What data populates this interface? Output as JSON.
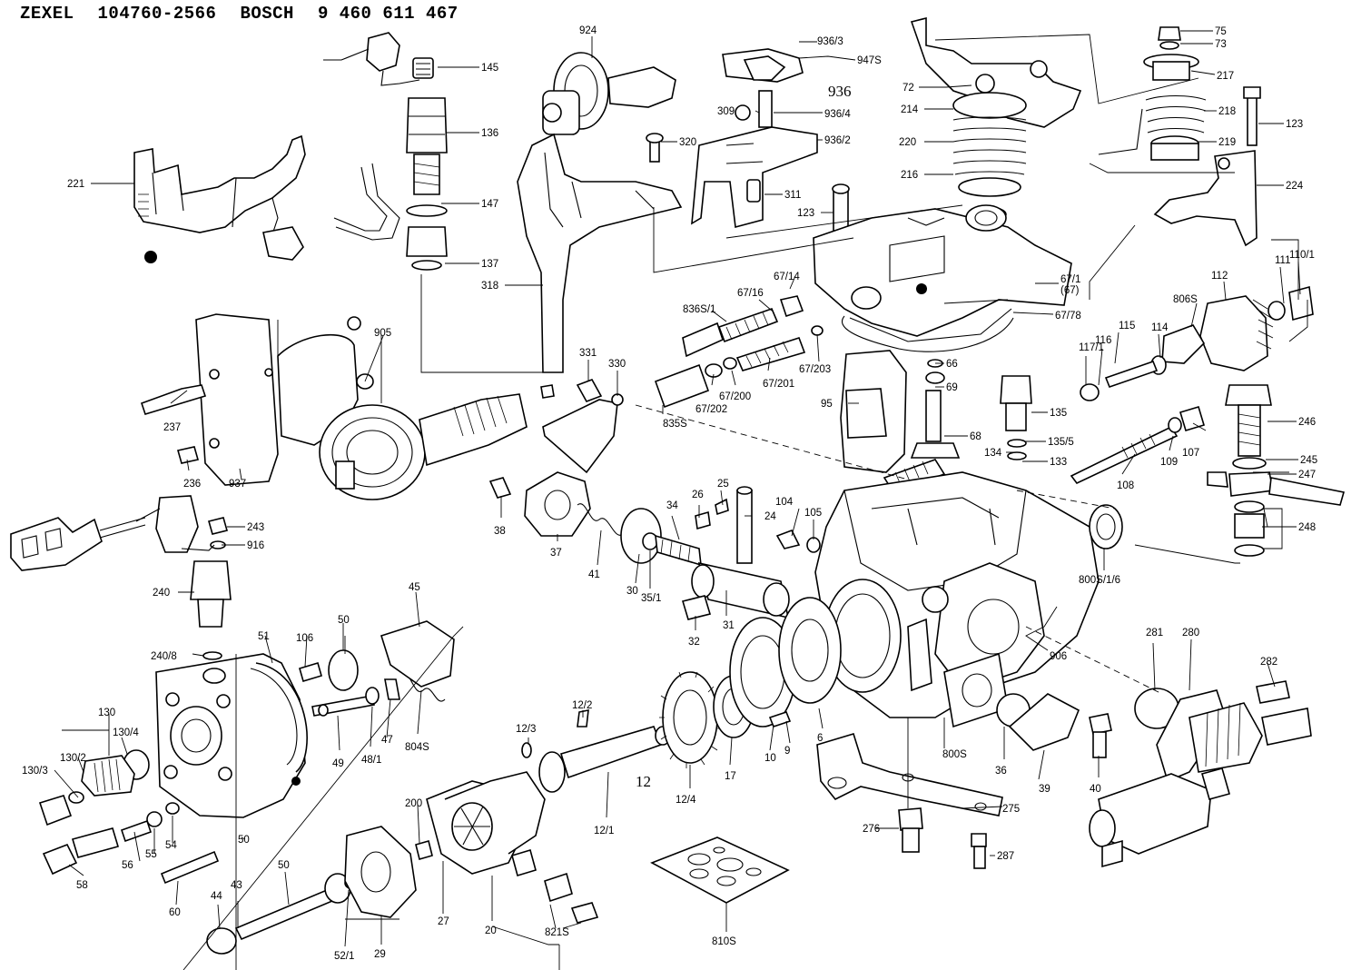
{
  "header": {
    "brand1": "ZEXEL",
    "part1": "104760-2566",
    "brand2": "BOSCH",
    "part2": "9 460 611 467"
  },
  "callouts": [
    "924",
    "936/3",
    "947S",
    "75",
    "73",
    "145",
    "936",
    "72",
    "217",
    "309",
    "936/4",
    "214",
    "218",
    "123",
    "136",
    "320",
    "936/2",
    "220",
    "219",
    "221",
    "147",
    "311",
    "216",
    "224",
    "123",
    "137",
    "67/14",
    "67/1",
    "(67)",
    "318",
    "112",
    "111",
    "110/1",
    "67/16",
    "67/78",
    "836S/1",
    "806S",
    "115",
    "114",
    "905",
    "331",
    "330",
    "67/203",
    "66",
    "117/1",
    "116",
    "237",
    "69",
    "95",
    "67/202",
    "67/200",
    "67/201",
    "135",
    "246",
    "835S",
    "135/5",
    "107",
    "68",
    "134",
    "133",
    "109",
    "245",
    "108",
    "247",
    "236",
    "937",
    "38",
    "26",
    "25",
    "34",
    "243",
    "916",
    "104",
    "105",
    "24",
    "37",
    "41",
    "30",
    "35/1",
    "248",
    "240",
    "800S/1/6",
    "31",
    "45",
    "50",
    "51",
    "106",
    "32",
    "906",
    "240/8",
    "281",
    "280",
    "282",
    "130",
    "130/4",
    "49",
    "48/1",
    "47",
    "804S",
    "12/2",
    "36",
    "40",
    "130/2",
    "12/3",
    "10",
    "9",
    "6",
    "130/3",
    "17",
    "800S",
    "39",
    "12/4",
    "275",
    "12",
    "200",
    "50",
    "54",
    "12/1",
    "276",
    "287",
    "56",
    "55",
    "60",
    "44",
    "43",
    "50",
    "27",
    "20",
    "821S",
    "810S",
    "58",
    "52/1",
    "29"
  ]
}
